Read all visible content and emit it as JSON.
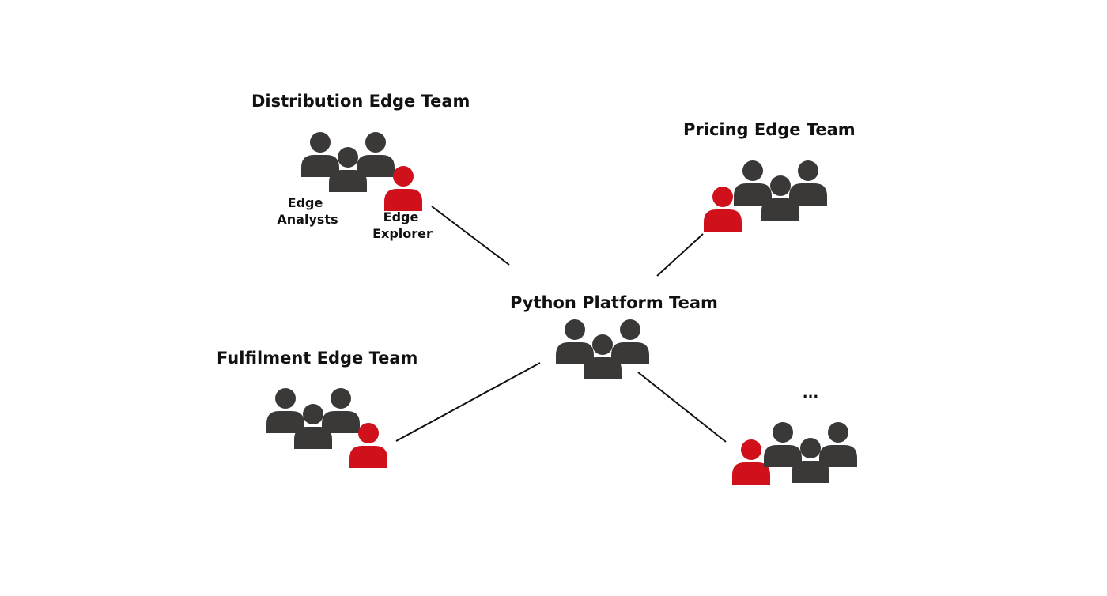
{
  "colors": {
    "member": "#3b3838",
    "explorer": "#d0111b",
    "line": "#111111",
    "text": "#111111"
  },
  "teams": {
    "distribution": {
      "title": "Distribution Edge Team",
      "analysts_label_1": "Edge",
      "analysts_label_2": "Analysts",
      "explorer_label_1": "Edge",
      "explorer_label_2": "Explorer",
      "icon": "people-group-icon"
    },
    "pricing": {
      "title": "Pricing Edge Team",
      "icon": "people-group-icon"
    },
    "platform": {
      "title": "Python Platform Team",
      "icon": "people-group-icon"
    },
    "fulfilment": {
      "title": "Fulfilment Edge Team",
      "icon": "people-group-icon"
    },
    "more": {
      "title": "...",
      "icon": "people-group-icon"
    }
  }
}
